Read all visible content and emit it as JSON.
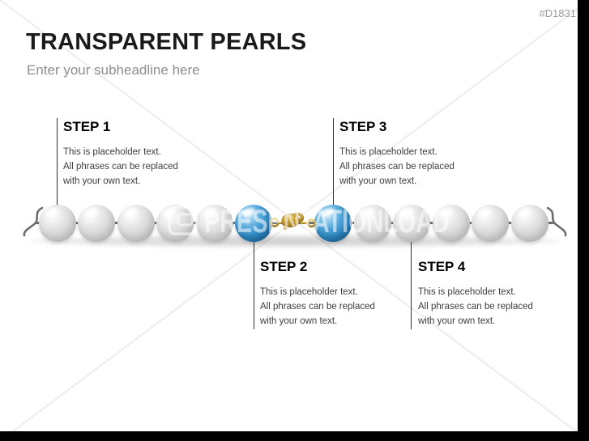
{
  "slide": {
    "code": "#D1831",
    "title": "TRANSPARENT PEARLS",
    "subheadline": "Enter your subheadline here",
    "watermark_text": "PRESENTATIONLOAD",
    "colors": {
      "pearl_gray": "#d6d6d6",
      "pearl_blue": "#2b88c4",
      "clasp_gold": "#c9a22e",
      "frame_black": "#000000",
      "string_gray": "#6e6e6e"
    }
  },
  "steps": [
    {
      "label": "STEP 1",
      "description": "This is placeholder text.\nAll phrases can be replaced\nwith your own text.",
      "position": "top"
    },
    {
      "label": "STEP 2",
      "description": "This is placeholder text.\nAll phrases can be replaced\nwith your own text.",
      "position": "bottom"
    },
    {
      "label": "STEP 3",
      "description": "This is placeholder text.\nAll phrases can be replaced\nwith your own text.",
      "position": "top"
    },
    {
      "label": "STEP 4",
      "description": "This is placeholder text.\nAll phrases can be replaced\nwith your own text.",
      "position": "bottom"
    }
  ],
  "necklace": {
    "pearl_count": 12,
    "blue_pearl_positions": [
      6,
      7
    ],
    "has_clasp": true
  }
}
